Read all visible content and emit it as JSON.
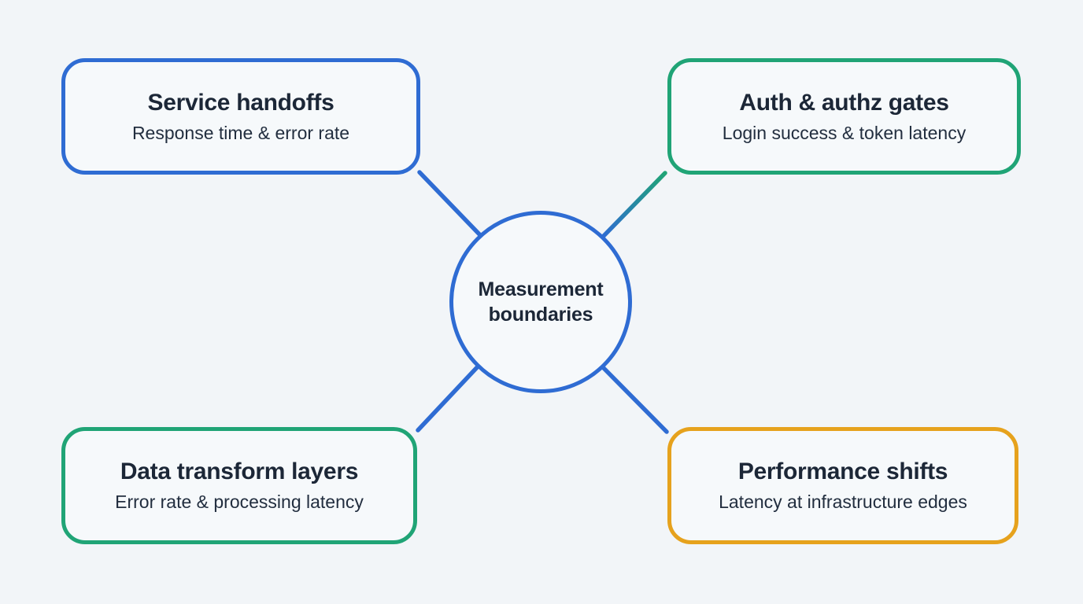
{
  "diagram": {
    "title": "Measurement boundaries diagram",
    "background": "#f2f5f8"
  },
  "colors": {
    "blue": "#2f6cd3",
    "green": "#20a476",
    "orange": "#e6a21d",
    "text": "#1c2737",
    "node_fill": "#f6f9fb"
  },
  "center": {
    "label_line1": "Measurement",
    "label_line2": "boundaries",
    "border_color": "#2f6cd3"
  },
  "nodes": [
    {
      "id": "service-handoffs",
      "position": "top-left",
      "title": "Service handoffs",
      "subtitle": "Response time & error rate",
      "border_color": "#2f6cd3"
    },
    {
      "id": "auth-authz-gates",
      "position": "top-right",
      "title": "Auth & authz gates",
      "subtitle": "Login success & token latency",
      "border_color": "#20a476"
    },
    {
      "id": "data-transform-layers",
      "position": "bottom-left",
      "title": "Data transform layers",
      "subtitle": "Error rate & processing latency",
      "border_color": "#20a476"
    },
    {
      "id": "performance-shifts",
      "position": "bottom-right",
      "title": "Performance shifts",
      "subtitle": "Latency at infrastructure edges",
      "border_color": "#e6a21d"
    }
  ],
  "connectors": [
    {
      "from": "center",
      "to": "service-handoffs",
      "color": "#2f6cd3"
    },
    {
      "from": "center",
      "to": "auth-authz-gates",
      "color": "gradient-blue-green"
    },
    {
      "from": "center",
      "to": "data-transform-layers",
      "color": "#2f6cd3"
    },
    {
      "from": "center",
      "to": "performance-shifts",
      "color": "#2f6cd3"
    }
  ]
}
